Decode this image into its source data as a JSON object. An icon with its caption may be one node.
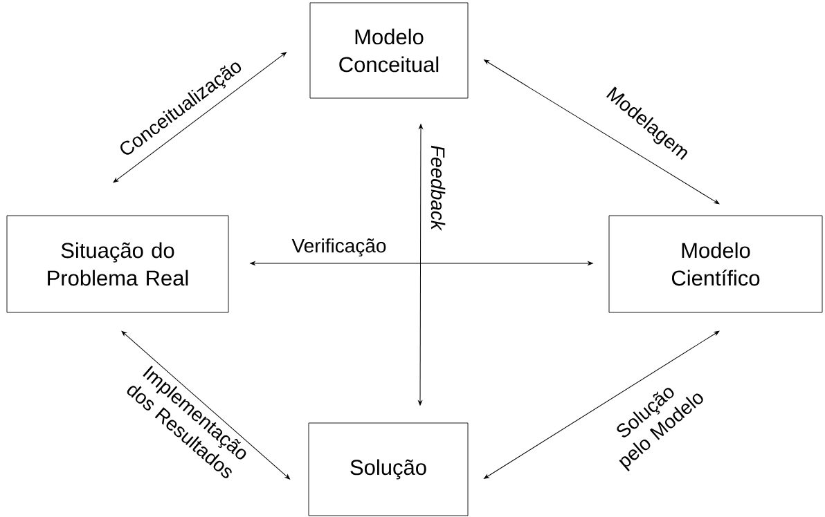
{
  "diagram": {
    "nodes": [
      {
        "text": [
          "Modelo Conceitual"
        ]
      },
      {
        "text": [
          "Situação do Problema Real"
        ]
      },
      {
        "text": [
          "Modelo Científico"
        ]
      },
      {
        "text": [
          "Solução"
        ]
      }
    ],
    "edges": [
      {
        "from": 0,
        "to": 1,
        "arrow": "both",
        "label": "Conceitualização"
      },
      {
        "from": 0,
        "to": 2,
        "arrow": "both",
        "label": "Modelagem"
      },
      {
        "from": 1,
        "to": 2,
        "arrow": "both",
        "label": "Verificação"
      },
      {
        "from": 0,
        "to": 3,
        "arrow": "both",
        "label": "*Feedback*"
      },
      {
        "from": 1,
        "to": 3,
        "arrow": "both",
        "label": "Implementação dos Resultados"
      },
      {
        "from": 3,
        "to": 2,
        "arrow": "both",
        "label": "Solução pelo Modelo"
      }
    ]
  }
}
